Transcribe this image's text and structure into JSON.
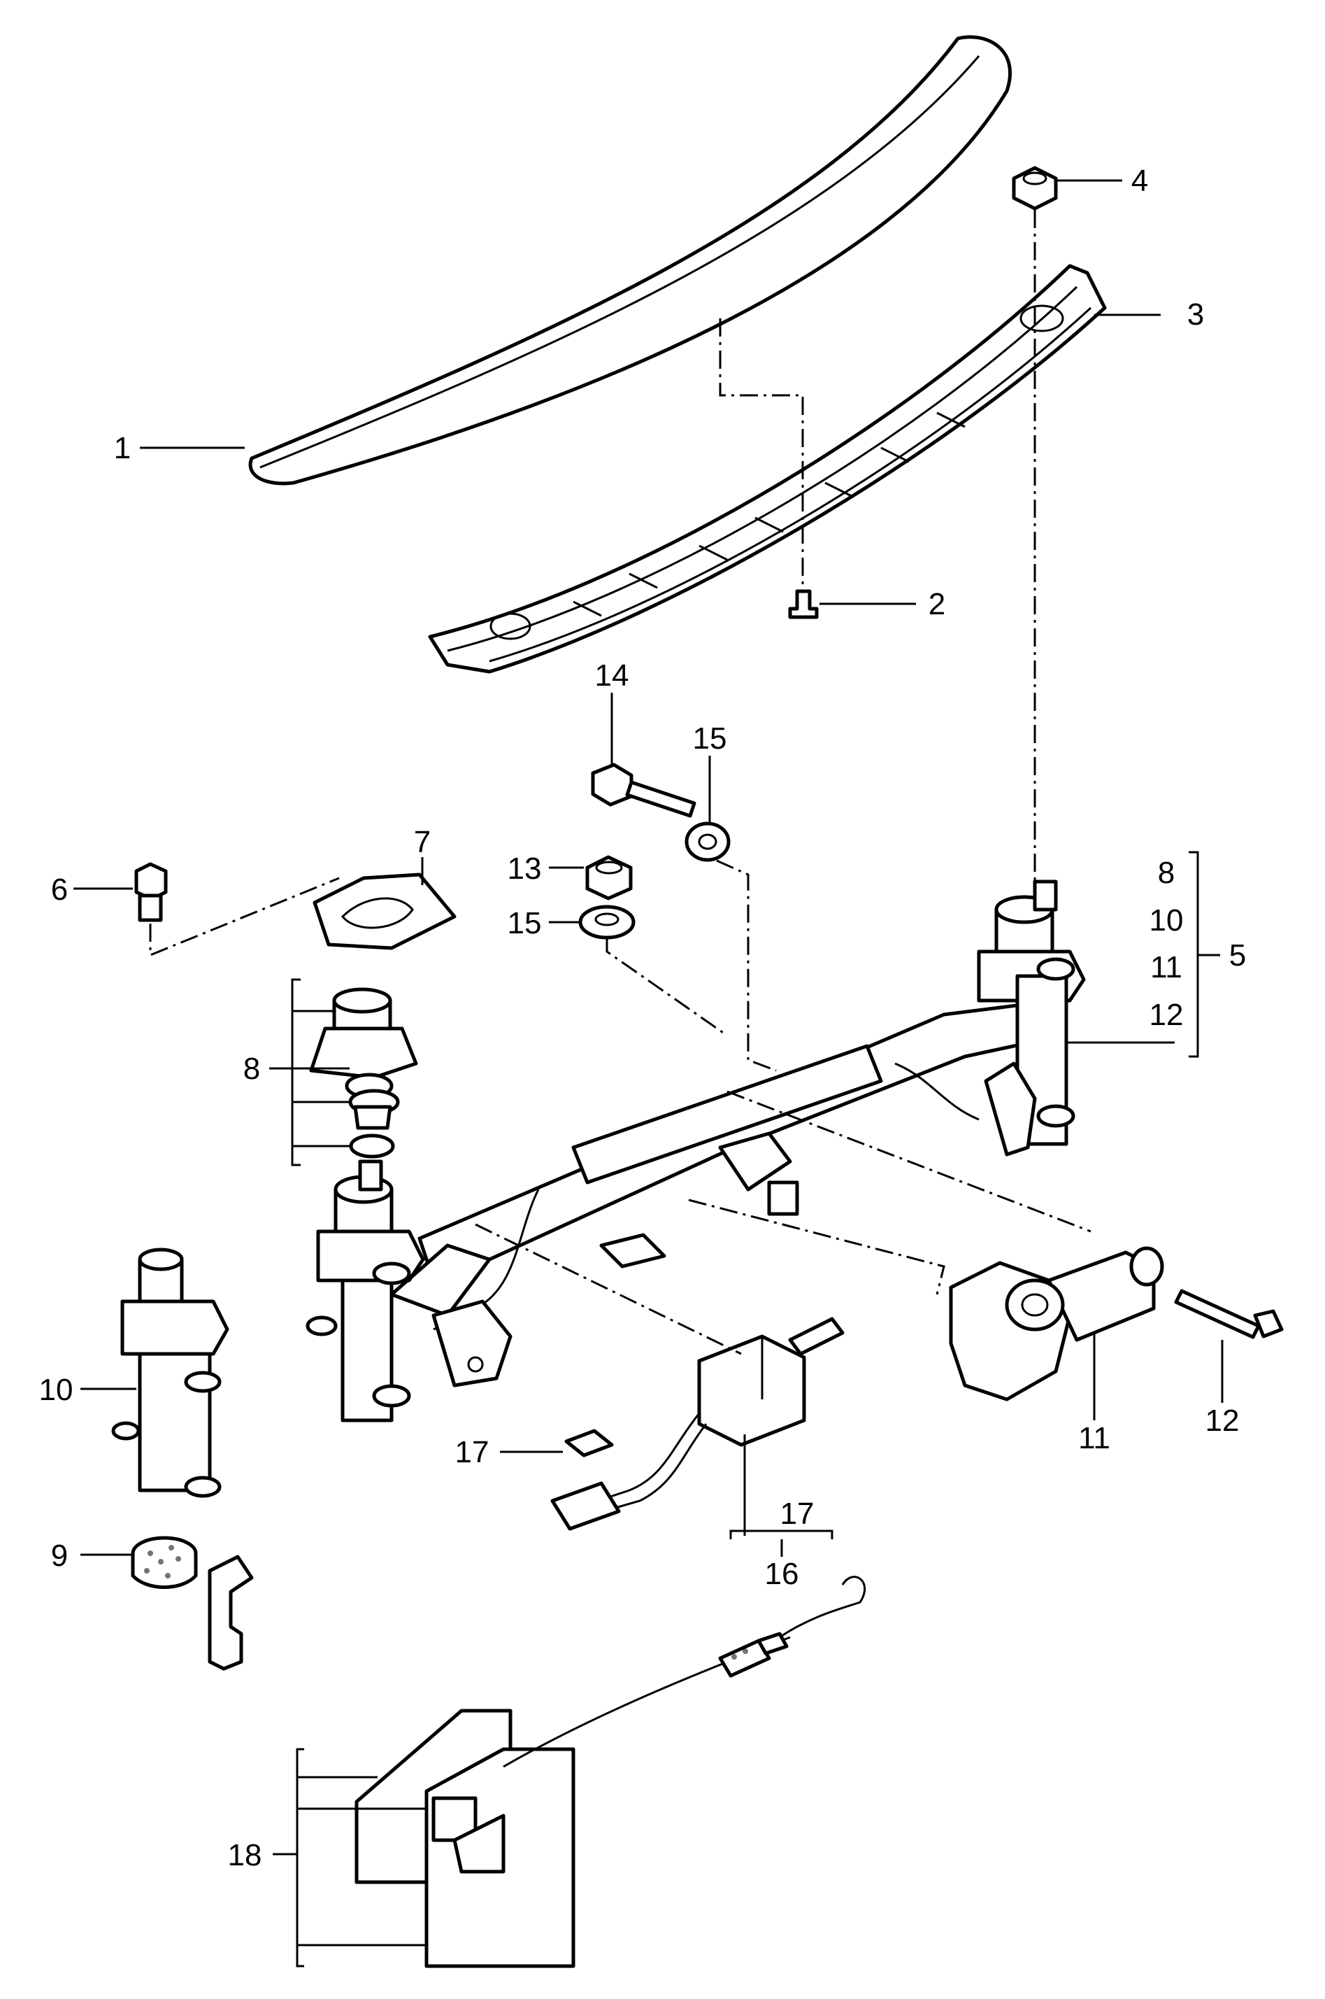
{
  "labels": {
    "l1": "1",
    "l2": "2",
    "l3": "3",
    "l4": "4",
    "l5": "5",
    "l5a": "8",
    "l5b": "10",
    "l5c": "11",
    "l5d": "12",
    "l6": "6",
    "l7": "7",
    "l8": "8",
    "l9": "9",
    "l10": "10",
    "l11": "11",
    "l12": "12",
    "l13": "13",
    "l14": "14",
    "l15a": "15",
    "l15b": "15",
    "l16": "16",
    "l17a": "17",
    "l17b": "17",
    "l18": "18"
  }
}
